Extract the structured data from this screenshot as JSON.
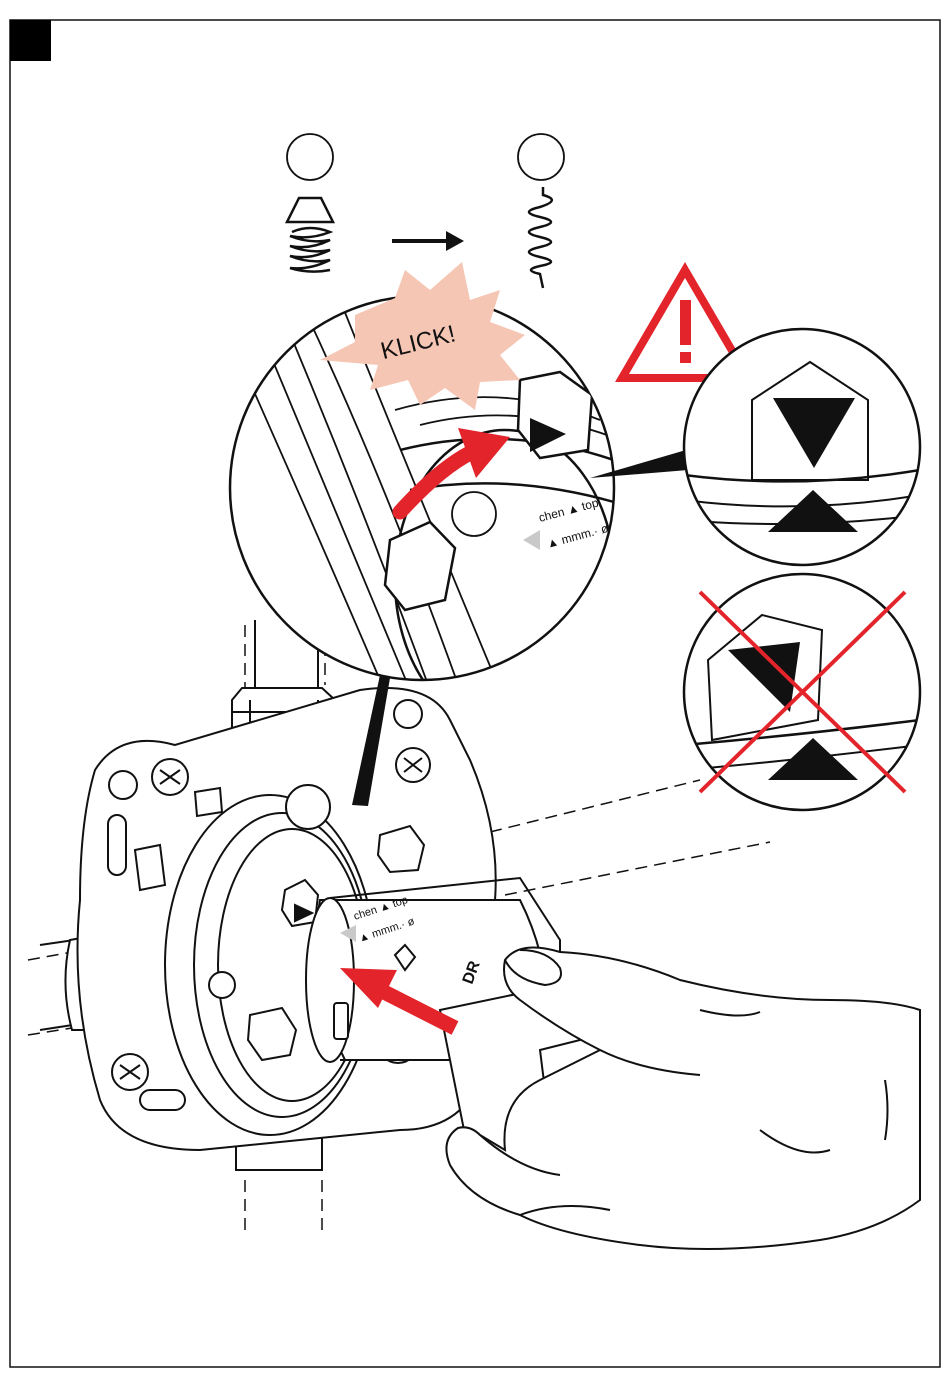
{
  "page": {
    "step_marker": "",
    "klick_label": "KLICK!",
    "dial_label_top": "chen ▲ top",
    "dial_label_bottom": "▲ mmm.· ø",
    "cartridge_label": "DR"
  },
  "icons": {
    "warning": "warning-triangle-icon",
    "wrong": "cross-out-icon",
    "spring_before": "cone-spring-icon",
    "spring_after": "extended-spring-icon"
  },
  "colors": {
    "accent_red": "#e3242b",
    "klick_burst": "#f6c6b4",
    "line": "#111111",
    "hint_gray": "#bdbdbd"
  }
}
